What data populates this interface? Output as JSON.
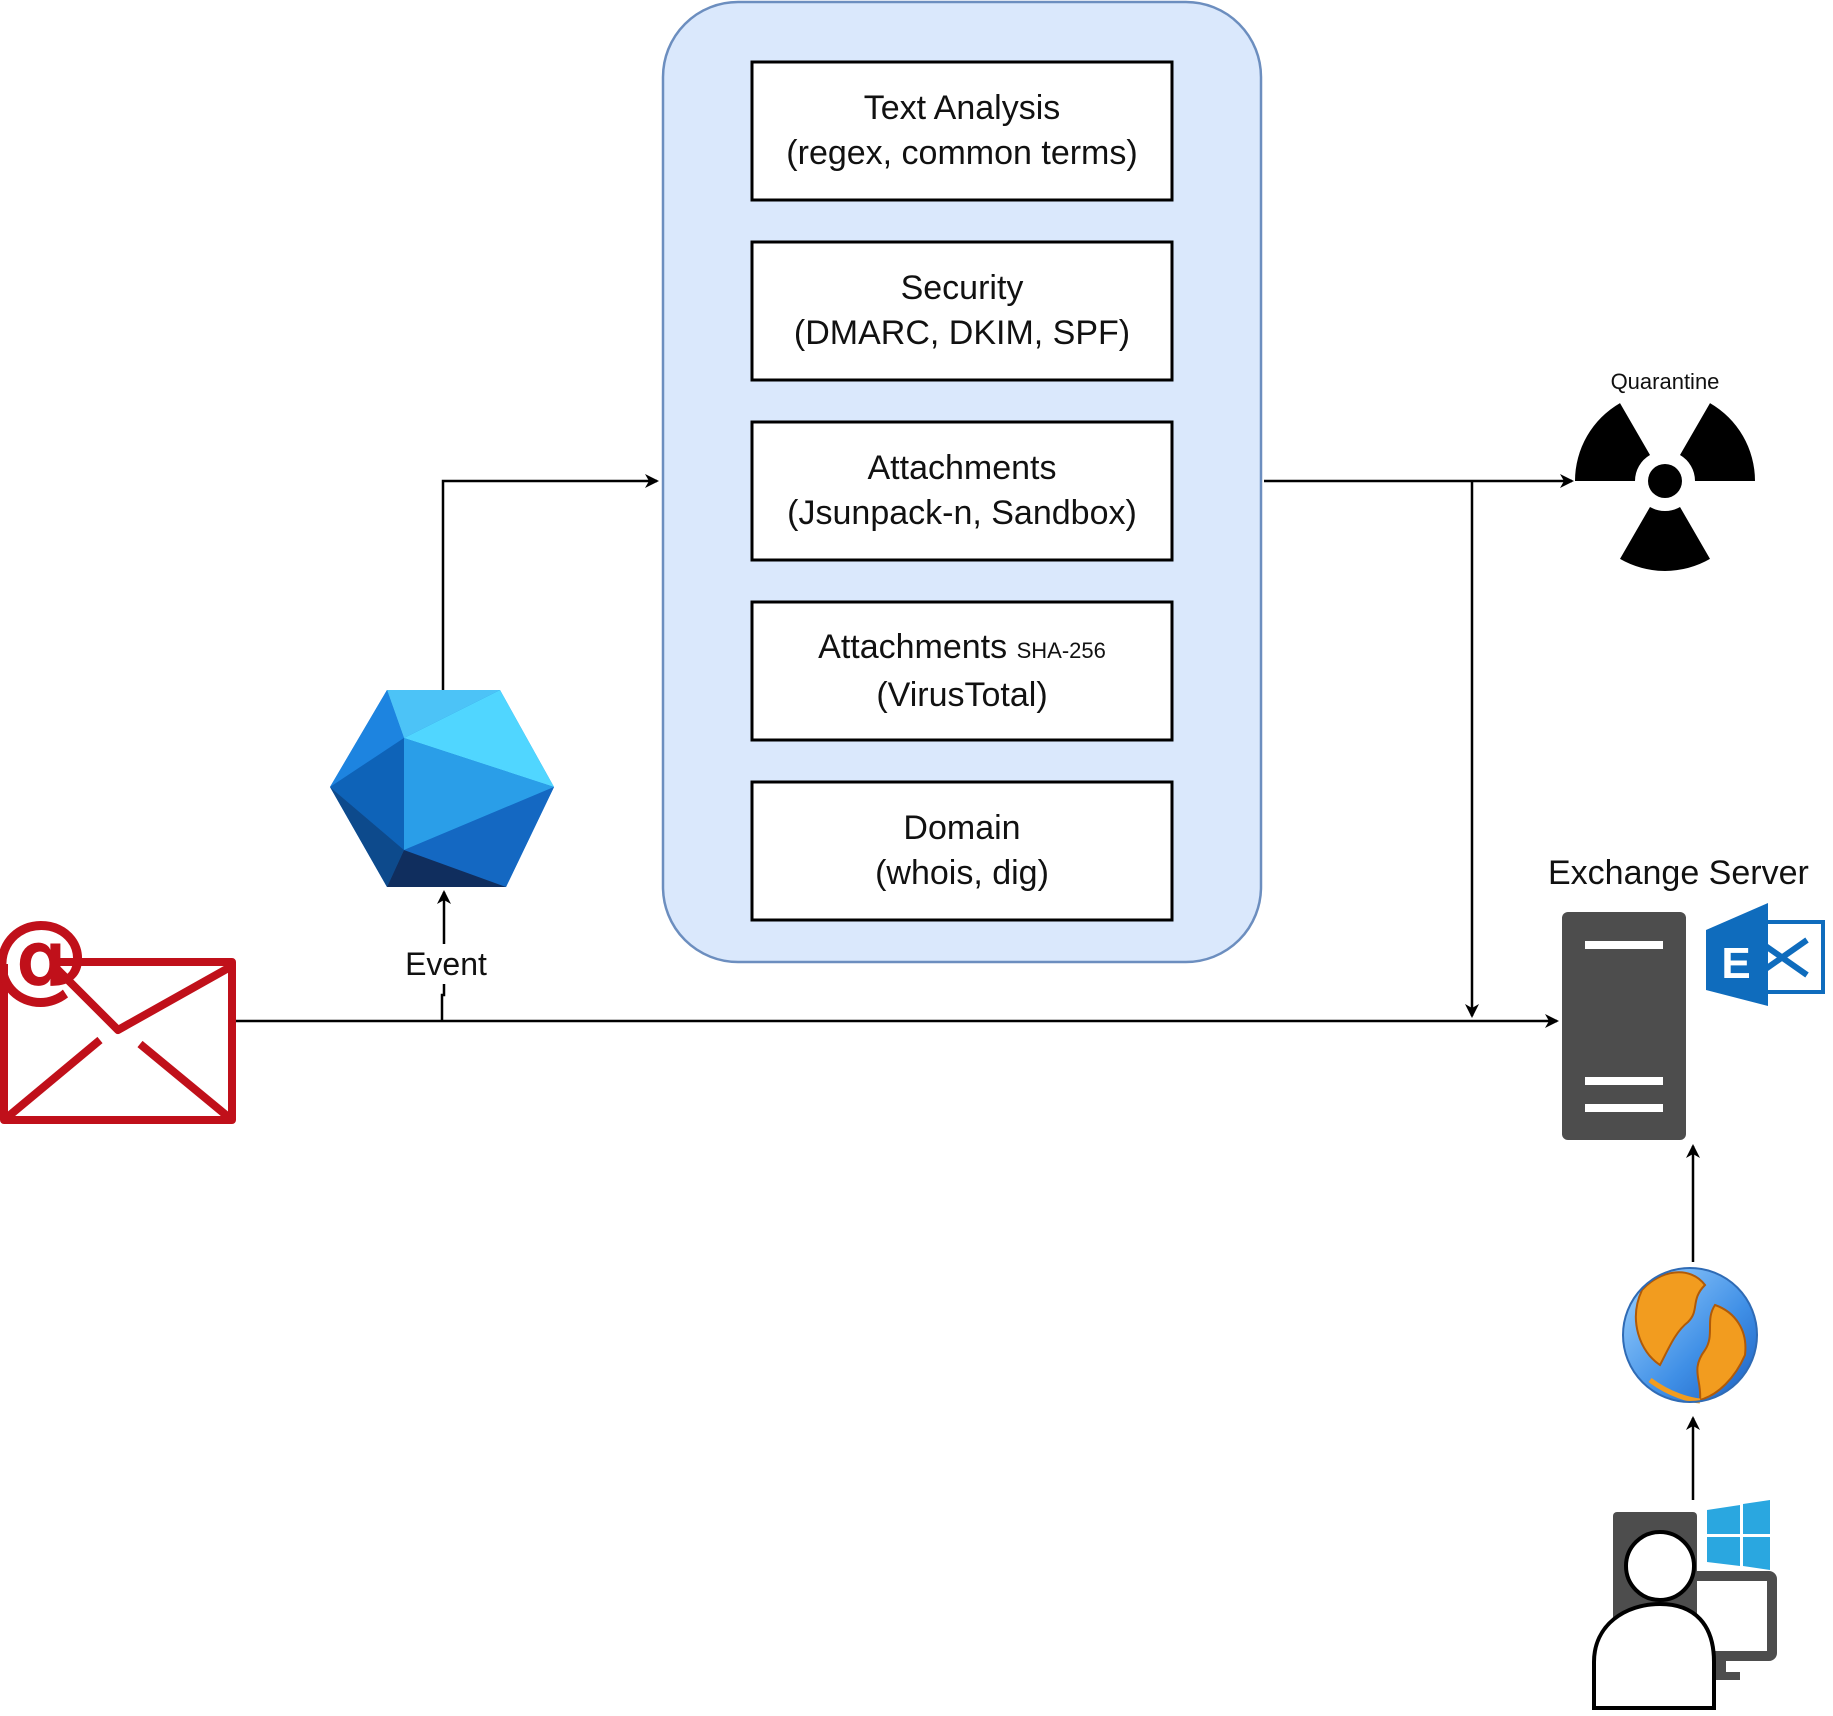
{
  "diagram": {
    "nodes": {
      "text_analysis": {
        "line1": "Text Analysis",
        "line2": "(regex, common terms)"
      },
      "security": {
        "line1": "Security",
        "line2": "(DMARC, DKIM, SPF)"
      },
      "attachments_sandbox": {
        "line1": "Attachments",
        "line2": "(Jsunpack-n, Sandbox)"
      },
      "attachments_hash": {
        "line1": "Attachments",
        "line1_suffix": "SHA-256",
        "line2": "(VirusTotal)"
      },
      "domain": {
        "line1": "Domain",
        "line2": "(whois, dig)"
      }
    },
    "labels": {
      "event": "Event",
      "quarantine": "Quarantine",
      "exchange_server": "Exchange Server"
    },
    "icons": {
      "email": "email-at-icon",
      "event_hub": "polyhedron-icon",
      "quarantine": "radiation-icon",
      "server": "server-icon",
      "exchange_logo": "exchange-logo-icon",
      "internet": "globe-icon",
      "user": "user-workstation-icon",
      "windows_logo": "windows-logo-icon"
    },
    "colors": {
      "container_fill": "#dae8fc",
      "container_stroke": "#6c8ebf",
      "email_red": "#c0101a",
      "server_gray": "#4d4d4d",
      "exchange_blue": "#0f6cbd",
      "windows_blue": "#2aa7e0"
    }
  }
}
